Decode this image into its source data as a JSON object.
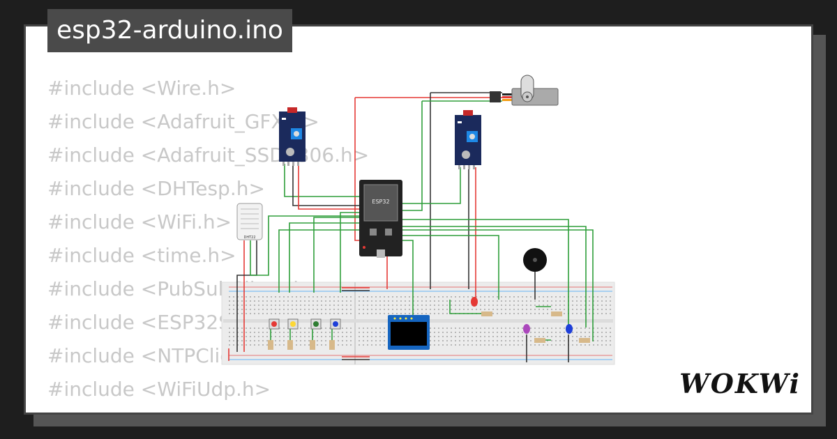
{
  "title": "esp32-arduino.ino",
  "code_lines": [
    "#include <Wire.h>",
    "#include <Adafruit_GFX.h>",
    "#include <Adafruit_SSD1306.h>",
    "#include <DHTesp.h>",
    "#include <WiFi.h>",
    "#include <time.h>",
    "#include <PubSubClient.h>",
    "#include <ESP32Servo.h>",
    "#include <NTPClient.h>",
    "#include <WiFiUdp.h>"
  ],
  "components": {
    "esp32_label": "ESP32",
    "dht_label": "DHT22"
  },
  "logo": "WOKWi",
  "colors": {
    "wire_red": "#e53935",
    "wire_green": "#2e9e3a",
    "wire_black": "#333333",
    "sensor_blue": "#1b2a5c",
    "esp_body": "#222222",
    "background": "#1e1e1e"
  }
}
